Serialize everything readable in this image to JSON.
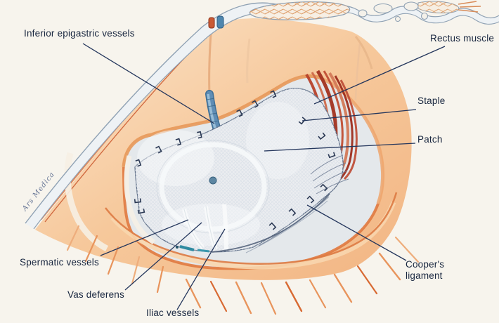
{
  "labels": {
    "inferior_epigastric_vessels": "Inferior epigastric vessels",
    "rectus_muscle": "Rectus muscle",
    "staple": "Staple",
    "patch": "Patch",
    "spermatic_vessels": "Spermatic vessels",
    "vas_deferens": "Vas deferens",
    "iliac_vessels": "Iliac vessels",
    "coopers_ligament": "Cooper's ligament"
  },
  "signature": "Ars Medica",
  "colors": {
    "background": "#f7f4ed",
    "tissue_peach": "#f6c89b",
    "tissue_deep_orange": "#dd7a42",
    "muscle_red": "#b8432c",
    "patch_gray": "#ebedf0",
    "vessel_blue": "#5f8db5",
    "vessel_teal": "#2e8aa0",
    "skin_edge_gray": "#90a2b4",
    "leader_line_navy": "#24365c",
    "label_text": "#18263f"
  }
}
